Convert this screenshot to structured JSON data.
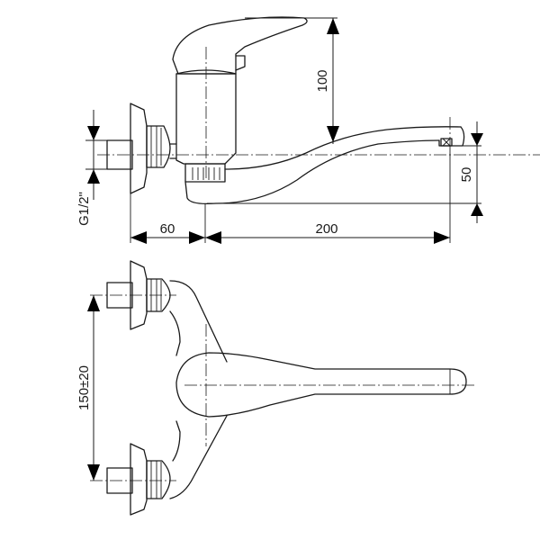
{
  "drawing": {
    "dimensions": {
      "height_top": "100",
      "height_spout": "50",
      "thread": "G1/2\"",
      "offset": "60",
      "reach": "200",
      "spacing": "150±20"
    }
  }
}
